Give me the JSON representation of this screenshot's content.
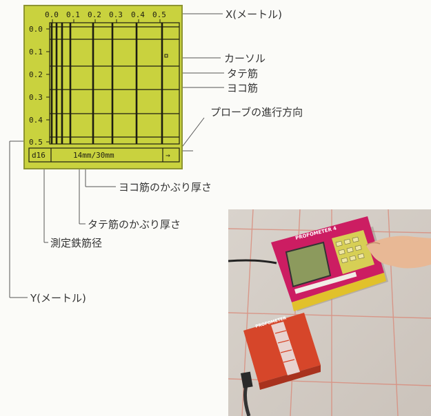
{
  "display": {
    "x_ticks": [
      "0.0",
      "0.1",
      "0.2",
      "0.3",
      "0.4",
      "0.5"
    ],
    "y_ticks": [
      "0.0",
      "0.1",
      "0.2",
      "0.3",
      "0.4",
      "0.5"
    ],
    "status_diameter": "d16",
    "status_cover": "14mm/30mm",
    "status_arrow": "→"
  },
  "labels": {
    "x_axis": "X(メートル)",
    "cursor": "カーソル",
    "vertical_bar": "タテ筋",
    "horizontal_bar": "ヨコ筋",
    "probe_direction": "プローブの進行方向",
    "horizontal_cover": "ヨコ筋のかぶり厚さ",
    "vertical_cover": "タテ筋のかぶり厚さ",
    "bar_diameter": "測定鉄筋径",
    "y_axis": "Y(メートル)"
  },
  "photo": {
    "device_brand": "PROFOMETER 4",
    "probe_brand": "PROFOMETER"
  }
}
